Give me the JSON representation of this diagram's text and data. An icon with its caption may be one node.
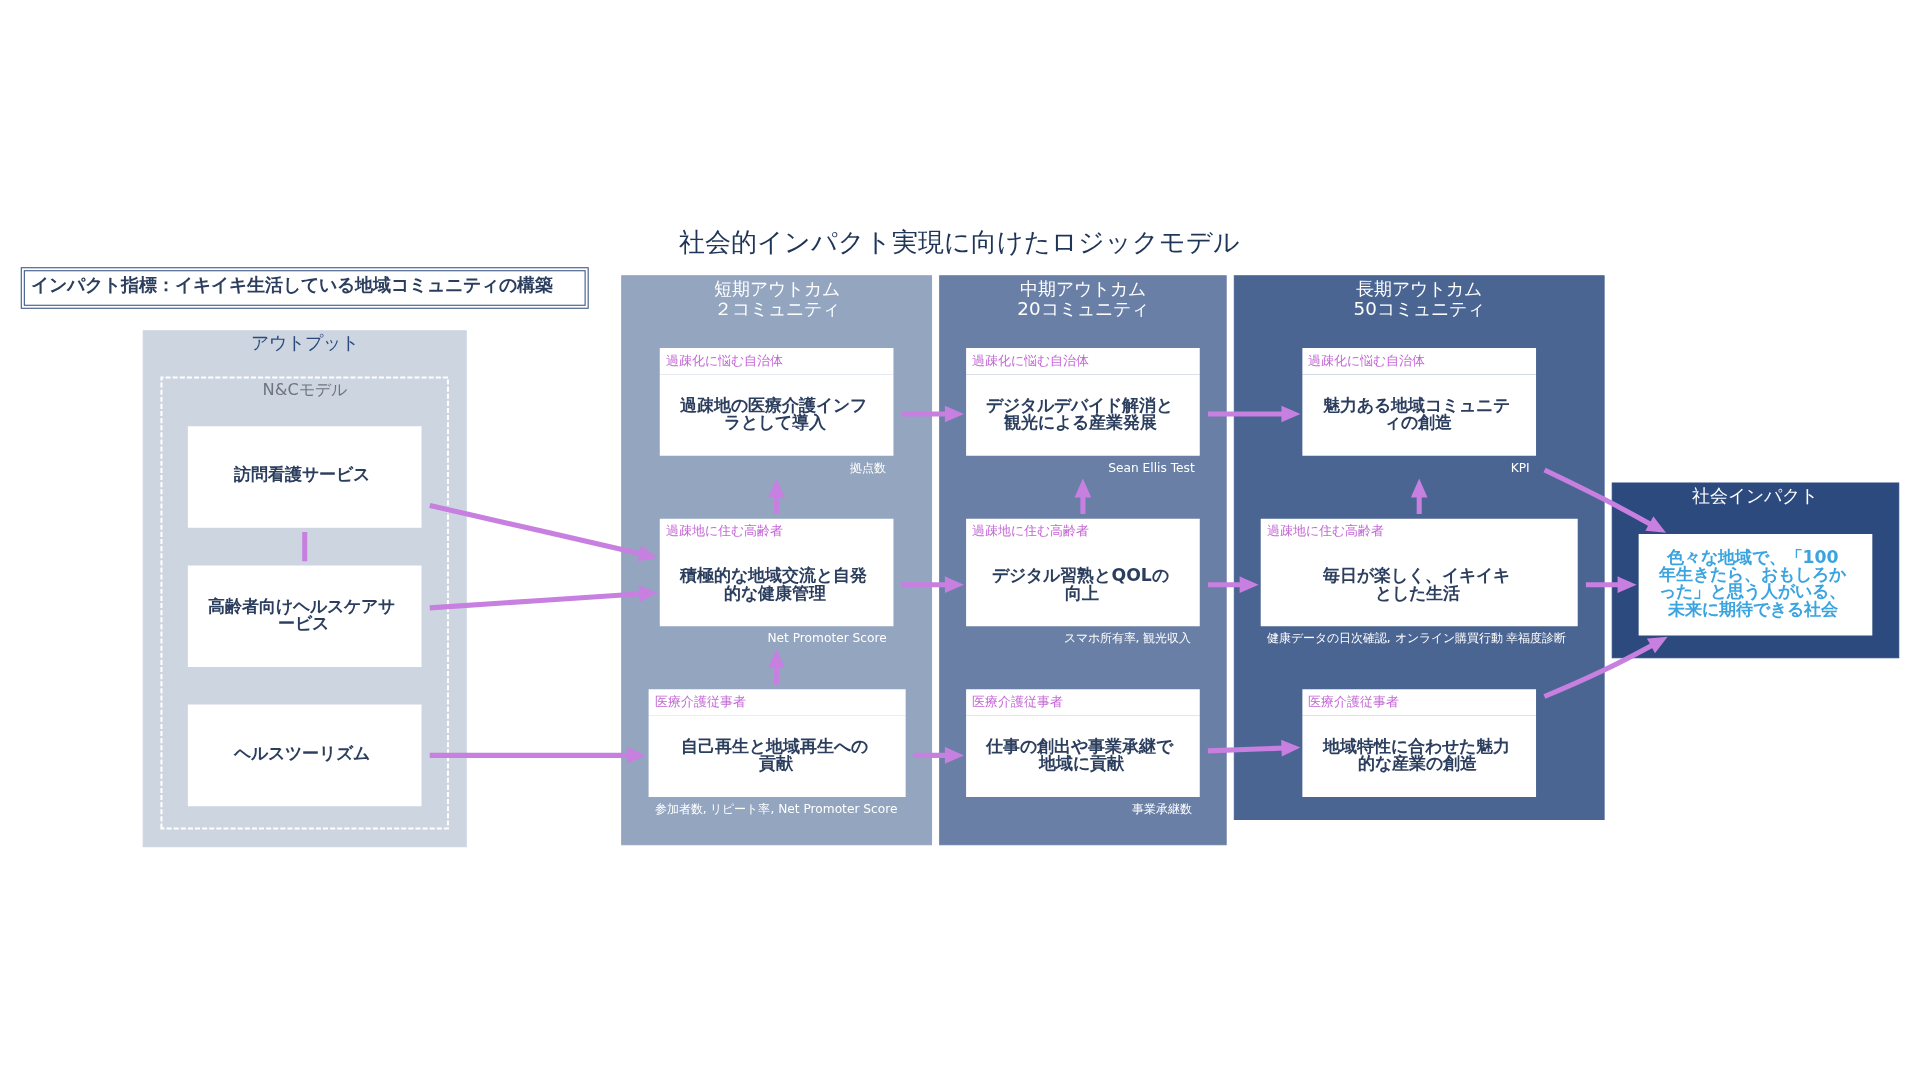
{
  "diagram": {
    "title": "社会的インパクト実現に向けたロジックモデル",
    "nodes": [
      {
        "text": [
          "アウトプット"
        ]
      },
      {
        "text": [
          "N&Cモデル"
        ],
        "in": 0
      },
      {
        "text": [
          "訪問看護サービス"
        ],
        "in": 1
      },
      {
        "text": [
          "高齢者向けヘルスケアサービス"
        ],
        "in": 1
      },
      {
        "text": [
          "ヘルスツーリズム"
        ],
        "in": 1
      },
      {
        "text": [
          "短期アウトカム",
          "２コミュニティ"
        ]
      },
      {
        "text": [
          "過疎化に悩む自治体",
          "過疎地の医療介護インフラとして導入"
        ],
        "beside": [
          "拠点数"
        ],
        "in": 5
      },
      {
        "text": [
          "過疎地に住む高齢者",
          "積極的な地域交流と自発的な健康管理"
        ],
        "beside": [
          "Net Promoter Score"
        ],
        "in": 5
      },
      {
        "text": [
          "医療介護従事者",
          "自己再生と地域再生への貢献"
        ],
        "beside": [
          "参加者数, リピート率, Net Promoter Score"
        ],
        "in": 5
      },
      {
        "text": [
          "中期アウトカム",
          "20コミュニティ"
        ]
      },
      {
        "text": [
          "過疎化に悩む自治体",
          "デジタルデバイド解消と観光による産業発展"
        ],
        "beside": [
          "Sean Ellis Test"
        ],
        "in": 9
      },
      {
        "text": [
          "過疎地に住む高齢者",
          "デジタル習熟とQOLの向上"
        ],
        "beside": [
          "スマホ所有率, 観光収入"
        ],
        "in": 9
      },
      {
        "text": [
          "医療介護従事者",
          "仕事の創出や事業承継で地域に貢献"
        ],
        "beside": [
          "事業承継数"
        ],
        "in": 9
      },
      {
        "text": [
          "長期アウトカム",
          "50コミュニティ"
        ]
      },
      {
        "text": [
          "過疎化に悩む自治体",
          "魅力ある地域コミュニティの創造"
        ],
        "beside": [
          "KPI"
        ],
        "in": 13
      },
      {
        "text": [
          "過疎地に住む高齢者",
          "毎日が楽しく、イキイキとした生活"
        ],
        "beside": [
          "健康データの日次確認, オンライン購買行動 幸福度診断"
        ],
        "in": 13
      },
      {
        "text": [
          "医療介護従事者",
          "地域特性に合わせた魅力的な産業の創造"
        ],
        "in": 13
      },
      {
        "text": [
          "社会インパクト"
        ]
      },
      {
        "text": [
          "色々な地域で、「100年生きたら、おもしろかった」と思う人がいる、未来に期待できる社会"
        ],
        "in": 17
      },
      {
        "text": [
          "インパクト指標：イキイキ生活している地域コミュニティの構築"
        ]
      }
    ],
    "edges": [
      {
        "from": 2,
        "to": 3,
        "arrow": "none"
      },
      {
        "from": 2,
        "to": 7,
        "arrow": "to"
      },
      {
        "from": 3,
        "to": 7,
        "arrow": "to"
      },
      {
        "from": 4,
        "to": 8,
        "arrow": "to"
      },
      {
        "from": 8,
        "to": 7,
        "arrow": "to"
      },
      {
        "from": 7,
        "to": 6,
        "arrow": "to"
      },
      {
        "from": 6,
        "to": 10,
        "arrow": "to"
      },
      {
        "from": 7,
        "to": 11,
        "arrow": "to"
      },
      {
        "from": 8,
        "to": 12,
        "arrow": "to"
      },
      {
        "from": 11,
        "to": 10,
        "arrow": "to"
      },
      {
        "from": 10,
        "to": 14,
        "arrow": "to"
      },
      {
        "from": 11,
        "to": 15,
        "arrow": "to"
      },
      {
        "from": 12,
        "to": 16,
        "arrow": "to"
      },
      {
        "from": 15,
        "to": 14,
        "arrow": "to"
      },
      {
        "from": 14,
        "to": 18,
        "arrow": "to"
      },
      {
        "from": 15,
        "to": 18,
        "arrow": "to"
      },
      {
        "from": 16,
        "to": 18,
        "arrow": "to"
      }
    ]
  }
}
